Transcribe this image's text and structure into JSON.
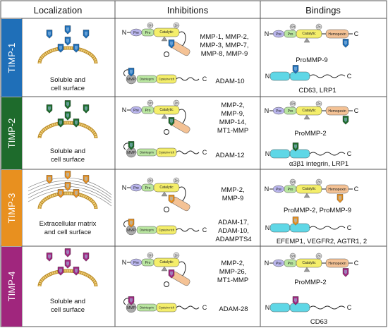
{
  "headers": {
    "localization": "Localization",
    "inhibitions": "Inhibitions",
    "bindings": "Bindings"
  },
  "colors": {
    "timp1": "#1f6fb8",
    "timp2": "#1e6b2c",
    "timp3": "#e8901f",
    "timp4": "#a0267d",
    "grid": "#555555"
  },
  "domain_labels": {
    "pre": "Pre",
    "pro": "Pro",
    "sh": "SH",
    "catalytic": "Catalytic",
    "zn": "Zn",
    "hemopexin": "Hemopexin",
    "disintegrin": "Disintegrin",
    "cysteine": "Cystein-rich",
    "mmp": "MMP",
    "n": "N",
    "c": "C"
  },
  "rows": [
    {
      "id": "timp1",
      "name": "TIMP-1",
      "localization": [
        "Soluble and",
        "cell surface"
      ],
      "mmp_inhibition": [
        "MMP-1, MMP-2,",
        "MMP-3, MMP-7,",
        "MMP-8, MMP-9"
      ],
      "adam_inhibition": [
        "ADAM-10"
      ],
      "binding_top": "ProMMP-9",
      "binding_bottom": "CD63, LRP1"
    },
    {
      "id": "timp2",
      "name": "TIMP-2",
      "localization": [
        "Soluble and",
        "cell surface"
      ],
      "mmp_inhibition": [
        "MMP-2,",
        "MMP-9,",
        "MMP-14,",
        "MT1-MMP"
      ],
      "adam_inhibition": [
        "ADAM-12"
      ],
      "binding_top": "ProMMP-2",
      "binding_bottom": "α3β1 integrin, LRP1"
    },
    {
      "id": "timp3",
      "name": "TIMP-3",
      "localization": [
        "Extracellular matrix",
        "and cell surface"
      ],
      "mmp_inhibition": [
        "MMP-2,",
        "MMP-9"
      ],
      "adam_inhibition": [
        "ADAM-17,",
        "ADAM-10,",
        "ADAMPTS4"
      ],
      "binding_top": "ProMMP-2, ProMMP-9",
      "binding_bottom": "EFEMP1, VEGFR2, AGTR1, 2"
    },
    {
      "id": "timp4",
      "name": "TIMP-4",
      "localization": [
        "Soluble and",
        "cell surface"
      ],
      "mmp_inhibition": [
        "MMP-2,",
        "MMP-26,",
        "MT1-MMP"
      ],
      "adam_inhibition": [
        "ADAM-28"
      ],
      "binding_top": "ProMMP-2",
      "binding_bottom": "CD63"
    }
  ]
}
